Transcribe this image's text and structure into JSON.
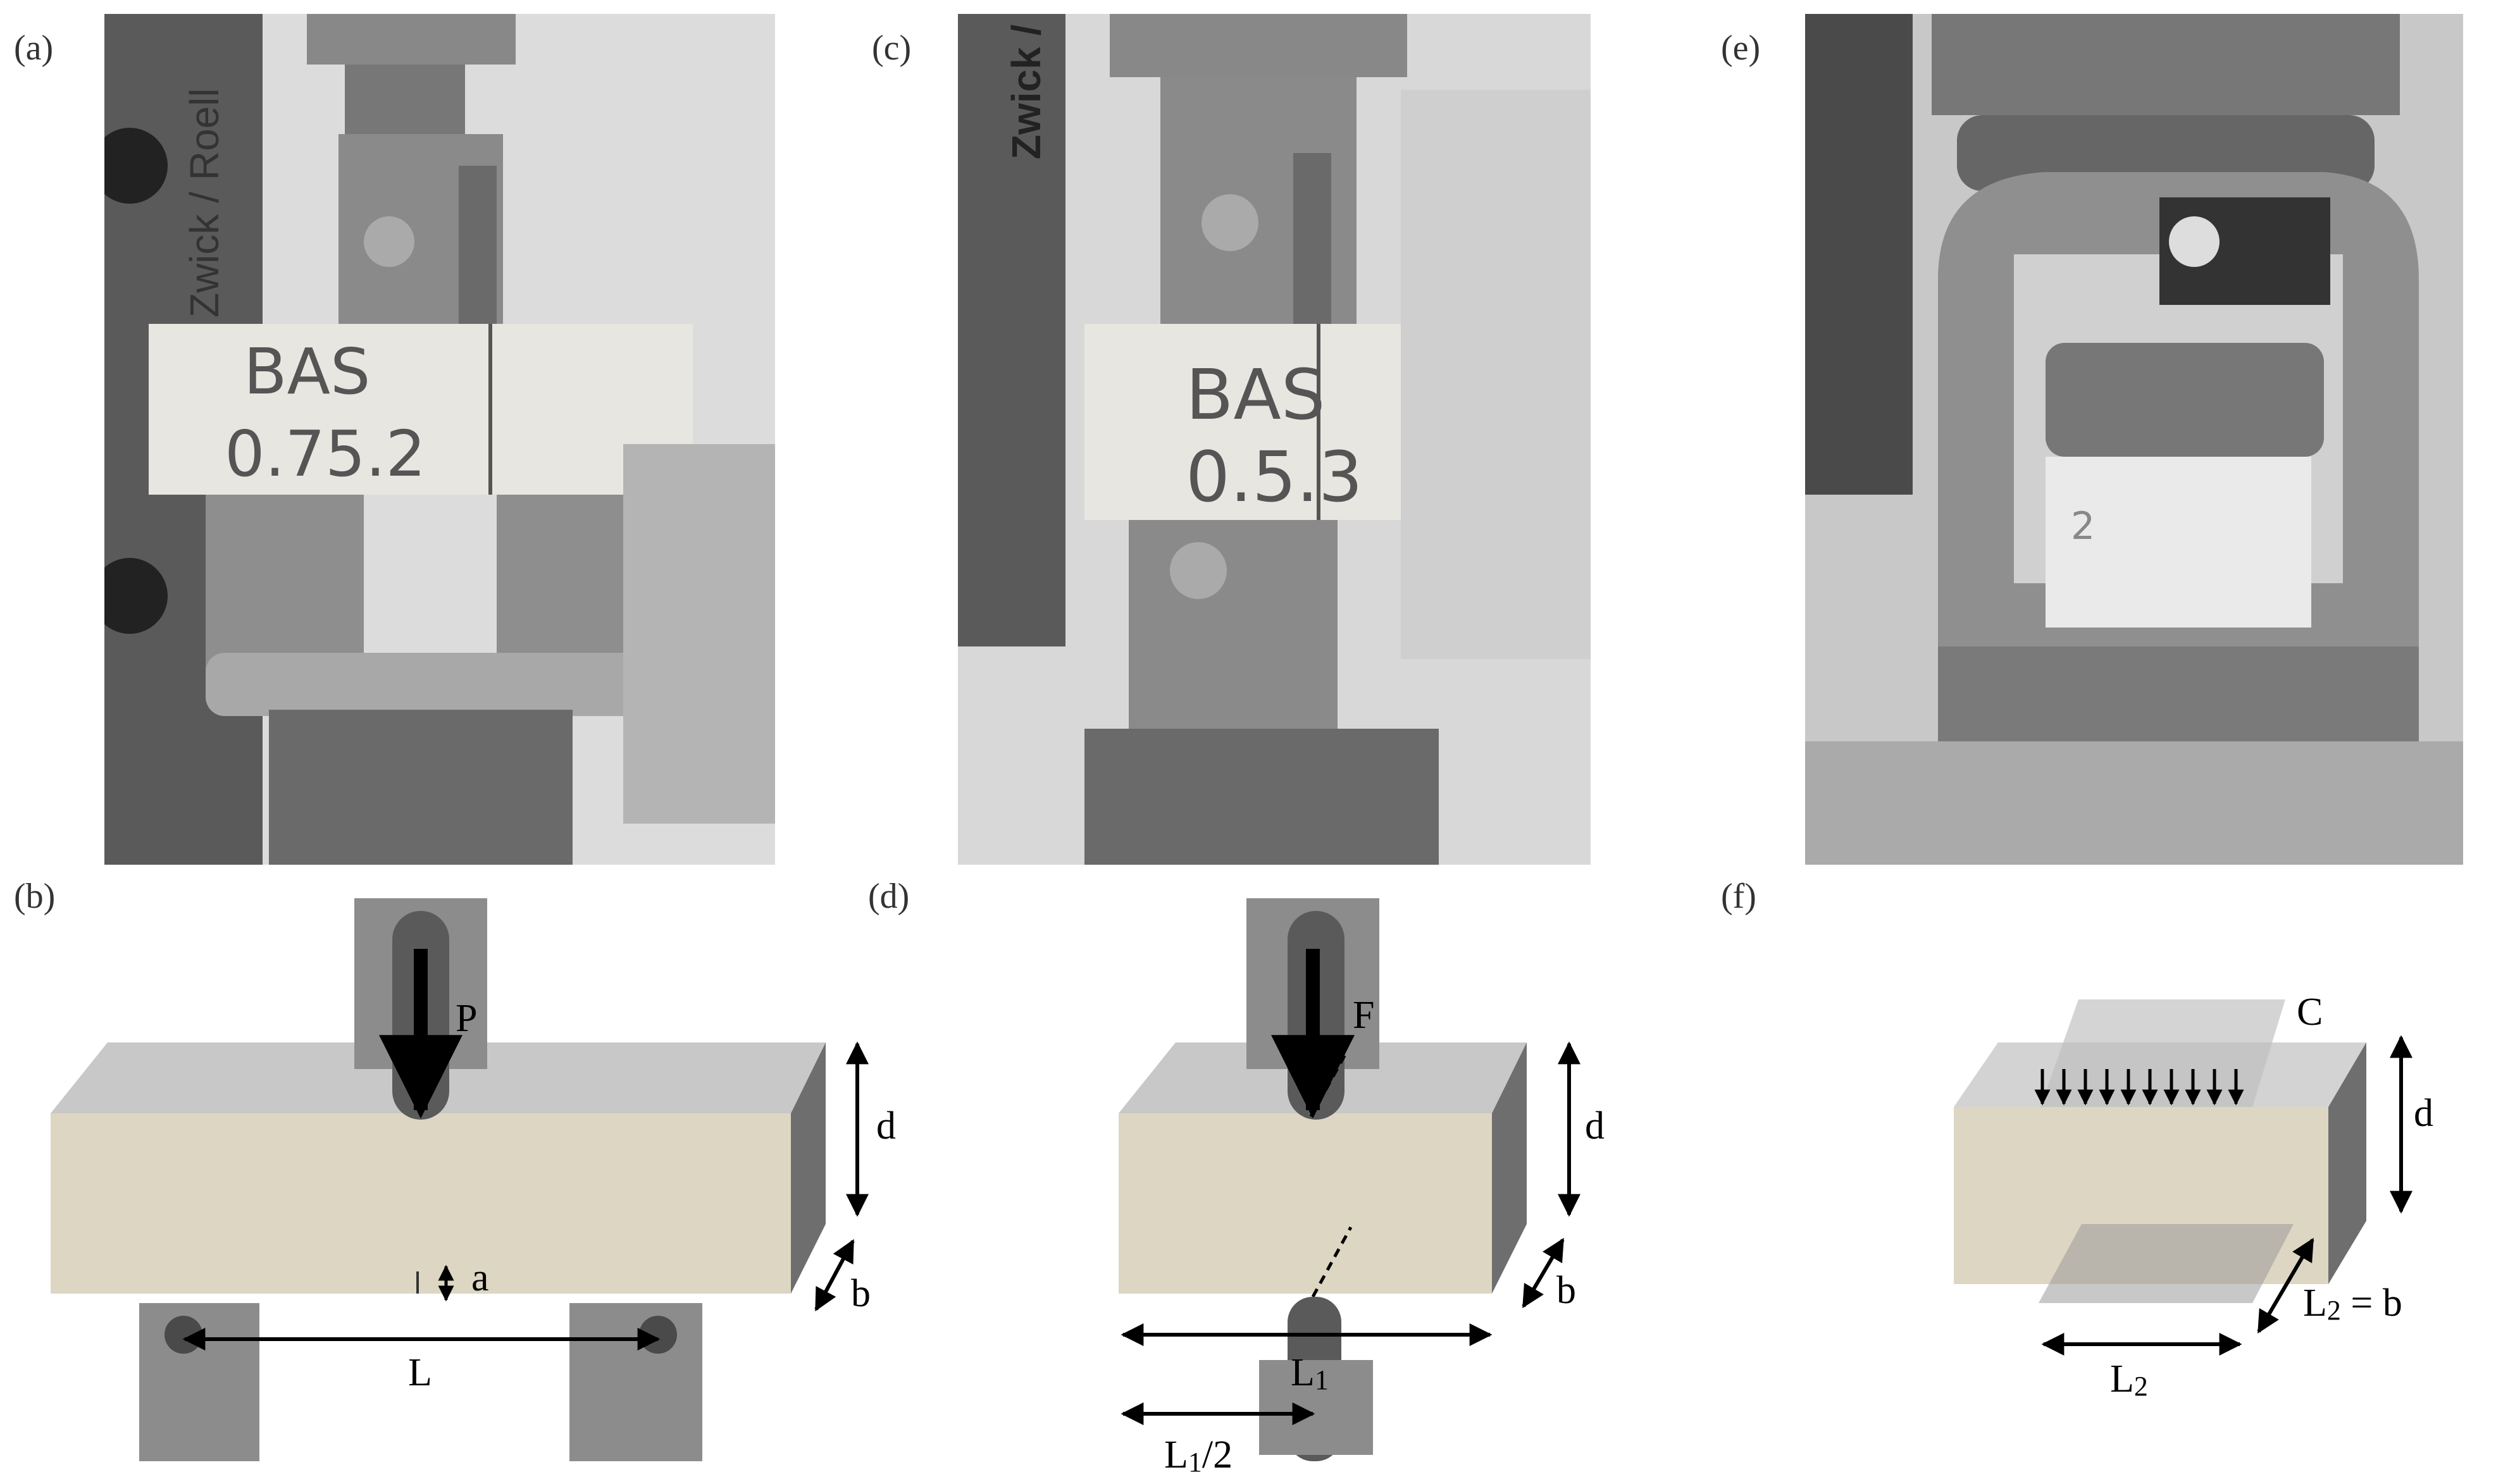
{
  "panels": {
    "a": "(a)",
    "b": "(b)",
    "c": "(c)",
    "d": "(d)",
    "e": "(e)",
    "f": "(f)"
  },
  "photo_text": {
    "machine_brand": "Zwick / Roell",
    "specimen_a_line1": "BAS",
    "specimen_a_line2": "0.75.2",
    "specimen_c_line1": "BAS",
    "specimen_c_line2": "0.5.3",
    "specimen_e_mark": "2"
  },
  "diagram_b": {
    "load": "P",
    "depth": "d",
    "width": "b",
    "notch": "a",
    "span": "L"
  },
  "diagram_d": {
    "load": "F",
    "depth": "d",
    "width": "b",
    "span_base": "L",
    "span_sub": "1",
    "half_span_base": "L",
    "half_span_sub": "1",
    "half_span_suffix": "/2"
  },
  "diagram_f": {
    "load": "C",
    "depth": "d",
    "plate_base": "L",
    "plate_sub": "2",
    "plate_eq": " = b",
    "width_base": "L",
    "width_sub": "2"
  },
  "colors": {
    "concrete": "#ddd6c3",
    "steel": "#8c8c8c",
    "top_face": "#c8c8c8",
    "side_face": "#6e6e6e"
  }
}
